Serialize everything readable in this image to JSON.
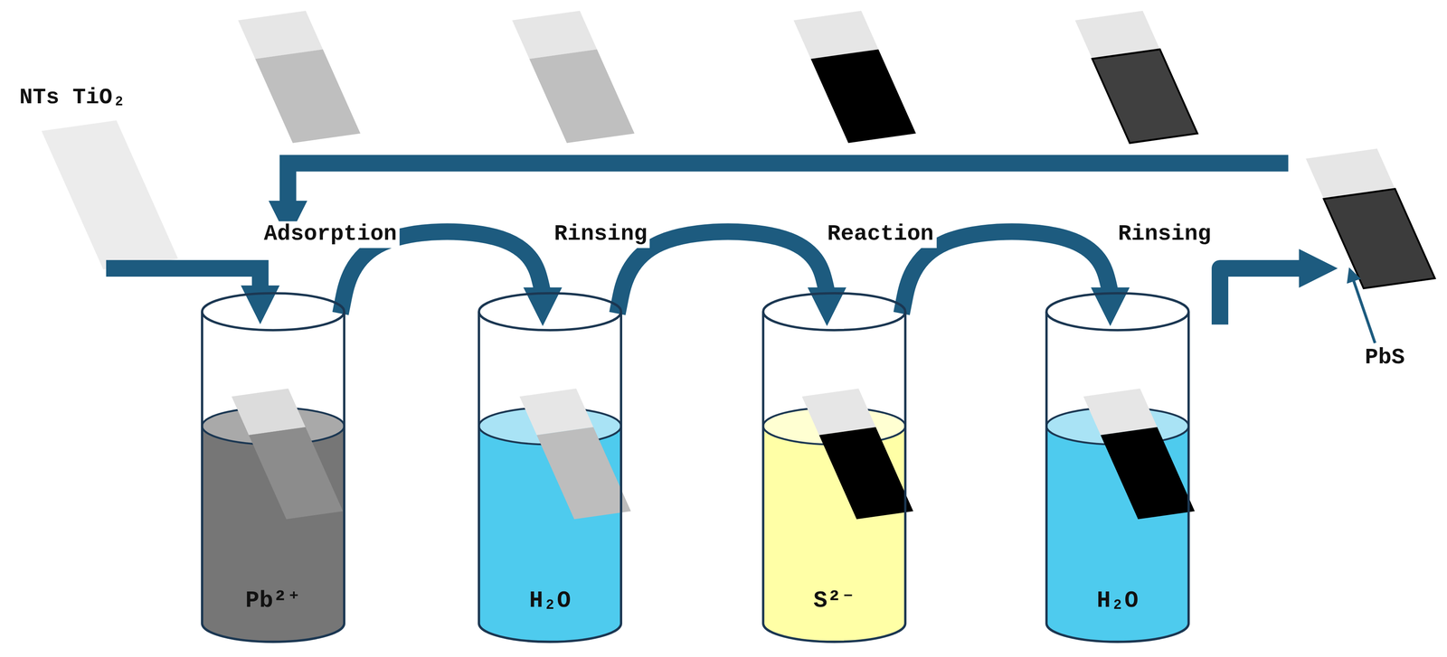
{
  "diagram": {
    "nodes": [
      {
        "text": [
          "Pb²⁺"
        ]
      },
      {
        "text": [
          "H₂O"
        ]
      },
      {
        "text": [
          "S²⁻"
        ]
      },
      {
        "text": [
          "H₂O"
        ]
      }
    ],
    "edges": [
      {
        "from": 0,
        "to": 1,
        "arrow": "to"
      },
      {
        "from": 1,
        "to": 2,
        "arrow": "to"
      },
      {
        "from": 2,
        "to": 3,
        "arrow": "to"
      }
    ],
    "labels": [
      "NTs TiO₂",
      "Adsorption",
      "Rinsing",
      "Reaction",
      "Rinsing",
      "PbS"
    ]
  }
}
